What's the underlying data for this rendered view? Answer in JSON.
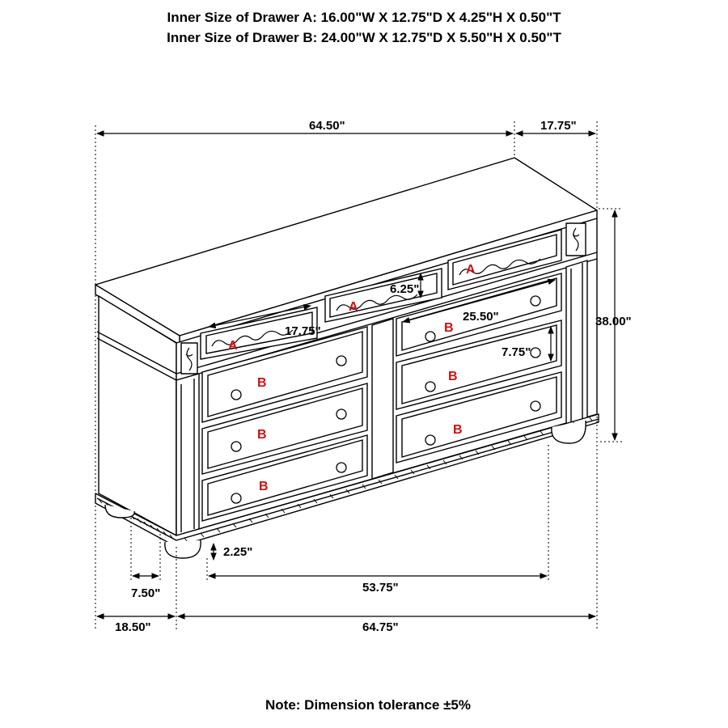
{
  "specs": {
    "drawer_a": "Inner Size of Drawer A: 16.00\"W X 12.75\"D X 4.25\"H X 0.50\"T",
    "drawer_b": "Inner Size of Drawer B: 24.00\"W X 12.75\"D X 5.50\"H X 0.50\"T"
  },
  "dimensions": {
    "width_top": "64.50\"",
    "depth_top": "17.75\"",
    "height": "38.00\"",
    "drawer_a_width": "17.75\"",
    "drawer_a_height": "6.25\"",
    "drawer_b_width": "25.50\"",
    "drawer_b_height": "7.75\"",
    "leg_height": "2.25\"",
    "leg_gap": "7.50\"",
    "inner_width": "53.75\"",
    "depth_bottom": "18.50\"",
    "width_bottom": "64.75\""
  },
  "drawer_labels": {
    "a": "A",
    "b": "B"
  },
  "note": "Note: Dimension tolerance ±5%",
  "colors": {
    "label_red": "#d01010",
    "line": "#000000"
  }
}
